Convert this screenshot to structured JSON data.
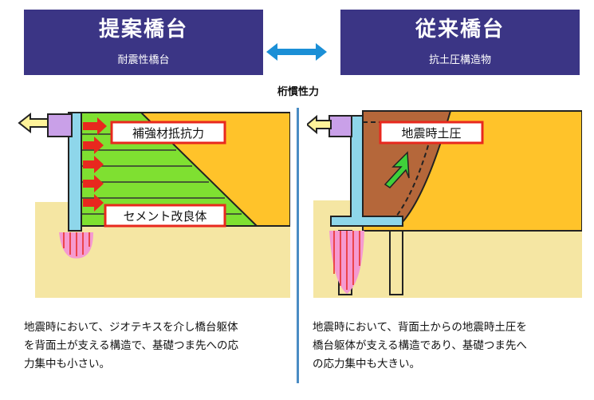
{
  "left": {
    "title": "提案橋台",
    "subtitle": "耐震性橋台",
    "label_top": "補強材抵抗力",
    "label_bottom": "セメント改良体",
    "caption_line1": "地震時において、ジオテキスを介し橋台躯体",
    "caption_line2": "を背面土が支える構造で、基礎つま先への応",
    "caption_line3": "力集中も小さい。"
  },
  "right": {
    "title": "従来橋台",
    "subtitle": "抗土圧構造物",
    "label_top": "地震時土圧",
    "caption_line1": "地震時において、背面土からの地震時土圧を",
    "caption_line2": "橋台躯体が支える構造であり、基礎つま先へ",
    "caption_line3": "の応力集中も大きい。"
  },
  "middle": {
    "label": "桁慣性力"
  },
  "colors": {
    "header_bg": "#3b3585",
    "soil": "#ffc32a",
    "ground": "#f5e6a3",
    "abutment": "#8ed6ea",
    "beam": "#c9a0e8",
    "cement": "#7fe031",
    "reinforce_red": "#e8281e",
    "stress_pink": "#f59ad0",
    "earth_pressure": "#8b5a2b",
    "divider": "#4a8cc4",
    "arrow_blue": "#1b8fd6"
  }
}
